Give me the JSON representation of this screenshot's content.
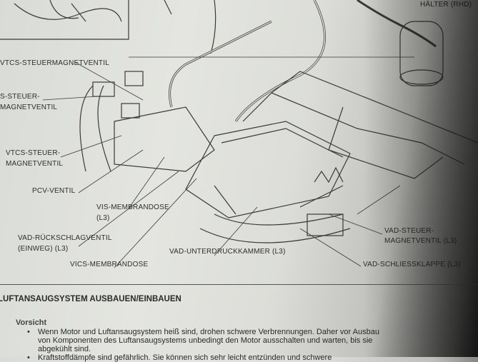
{
  "labels": {
    "halter": "HÄLTER (RHD)",
    "vtcs_top": "VTCS-STEUERMAGNETVENTIL",
    "s_steuer_1": "S-STEUER-",
    "s_steuer_2": "MAGNETVENTIL",
    "vtcs_mid_1": "VTCS-STEUER-",
    "vtcs_mid_2": "MAGNETVENTIL",
    "pcv": "PCV-VENTIL",
    "vis_1": "VIS-MEMBRANDOSE",
    "vis_2": "(L3)",
    "vad_rueck_1": "VAD-RÜCKSCHLAGVENTIL",
    "vad_rueck_2": "(EINWEG) (L3)",
    "vics": "VICS-MEMBRANDOSE",
    "vad_unter": "VAD-UNTERDRUCKKAMMER (L3)",
    "vad_steuer_1": "VAD-STEUER-",
    "vad_steuer_2": "MAGNETVENTIL (L3)",
    "vad_schliess": "VAD-SCHLIESSKLAPPE (L3)"
  },
  "section": {
    "heading": "LUFTANSAUGSYSTEM AUSBAUEN/EINBAUEN",
    "caution_title": "Vorsicht",
    "bullets": [
      "Wenn Motor und Luftansaugsystem heiß sind, drohen schwere Verbrennungen. Daher vor Ausbau",
      "von Komponenten des Luftansaugsystems unbedingt den Motor ausschalten und warten, bis sie",
      "abgekühlt sind.",
      "Kraftstoffdämpfe sind gefährlich. Sie können sich sehr leicht entzünden und schwere"
    ]
  }
}
